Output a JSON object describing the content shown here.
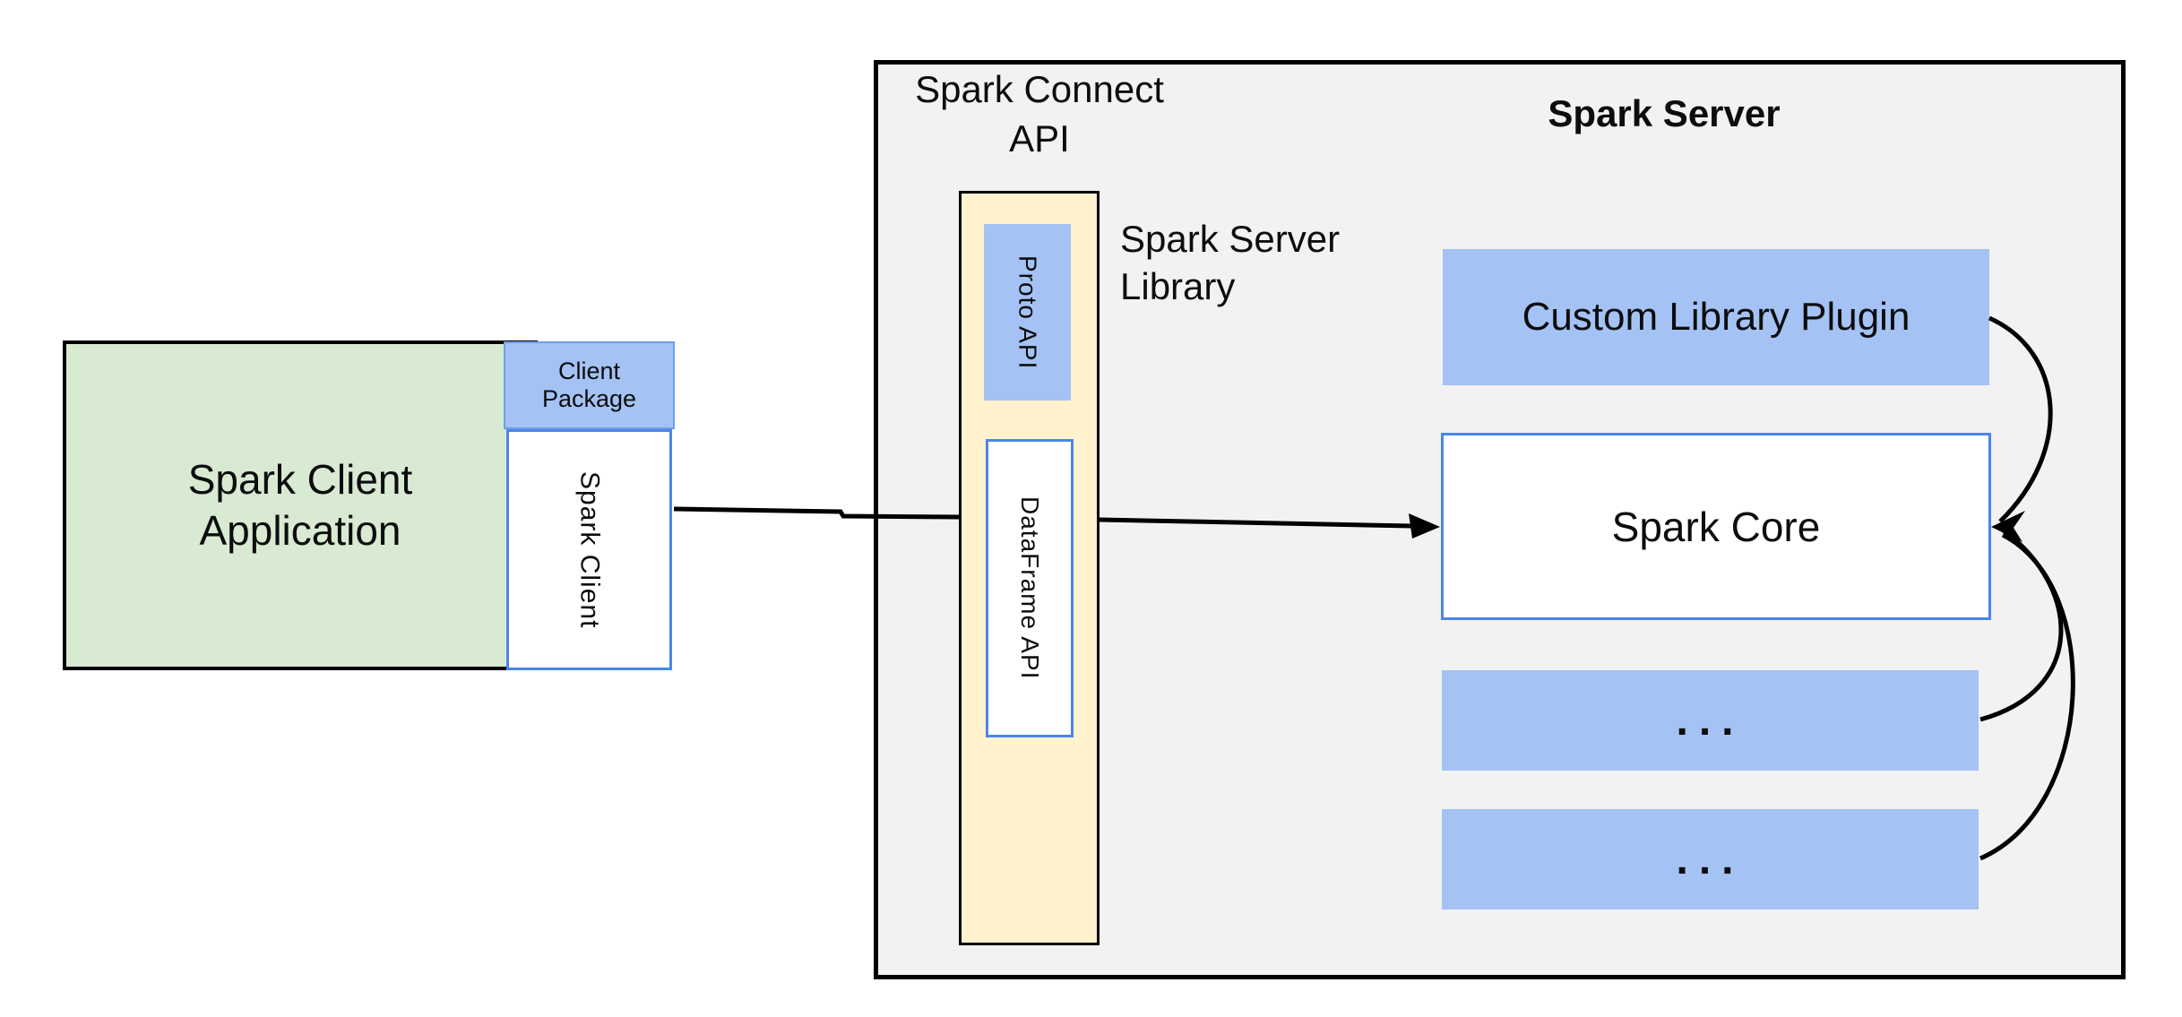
{
  "colors": {
    "canvas-bg": "#ffffff",
    "gray-fill": "#f2f2f2",
    "green-fill": "#d9ead3",
    "yellow-fill": "#fff2cc",
    "box-blue": "#a4c2f4",
    "blue-border": "#4a86e8",
    "blue-border-soft": "#6d9eeb",
    "line": "#000000",
    "text": "#0d0d0d"
  },
  "diagram": {
    "client": {
      "application_label": "Spark Client\nApplication",
      "package_label": "Client\nPackage",
      "spark_client_label": "Spark Client"
    },
    "connect": {
      "api_label": "Spark Connect\nAPI",
      "server_library_label": "Spark Server\nLibrary",
      "proto_api_label": "Proto  API",
      "dataframe_api_label": "DataFrame API"
    },
    "server": {
      "title": "Spark Server",
      "plugin_label": "Custom Library Plugin",
      "core_label": "Spark Core",
      "slot1_label": "...",
      "slot2_label": "..."
    }
  }
}
